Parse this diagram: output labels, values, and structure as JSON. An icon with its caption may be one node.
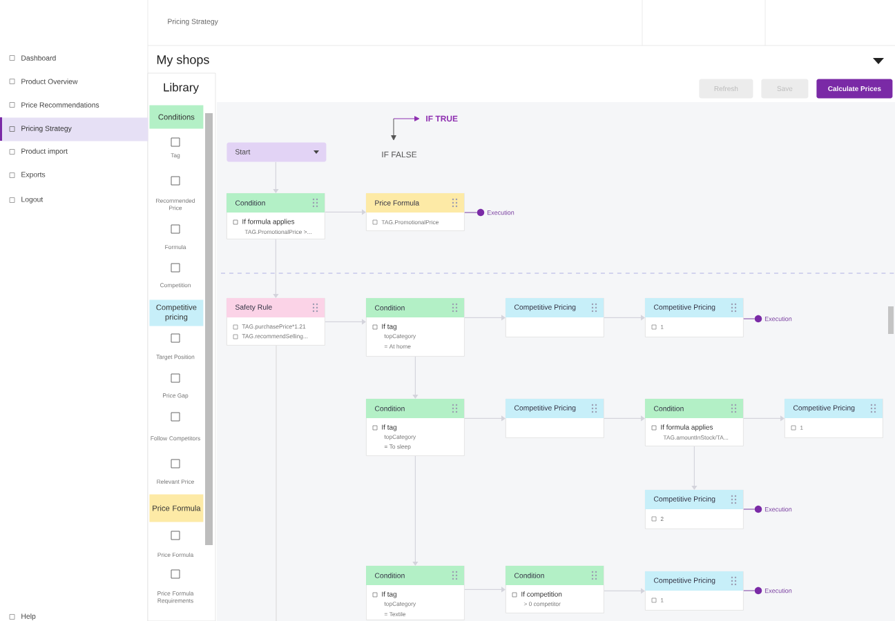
{
  "diagram": {
    "nodes": [
      {
        "text": [
          "Pricing Strategy"
        ]
      },
      {
        "text": [
          "Conditions"
        ]
      },
      {
        "text": [
          "Competitive pricing"
        ]
      },
      {
        "text": [
          "Price Formula"
        ]
      },
      {
        "text": [
          "Refresh"
        ]
      },
      {
        "text": [
          "Save"
        ]
      },
      {
        "text": [
          "Calculate Prices"
        ]
      },
      {
        "text": [
          "Start"
        ]
      },
      {
        "text": [
          "Condition",
          "If formula applies",
          "TAG.PromotionalPrice >..."
        ]
      },
      {
        "text": [
          "Price Formula",
          "TAG.PromotionalPrice"
        ]
      },
      {
        "text": [
          "Execution"
        ]
      },
      {
        "text": [
          "Safety Rule",
          "TAG.purchasePrice*1.21",
          "TAG.recommendSelling..."
        ]
      },
      {
        "text": [
          "Condition",
          "If tag",
          "topCategory",
          "= At home"
        ]
      },
      {
        "text": [
          "Competitive Pricing"
        ]
      },
      {
        "text": [
          "Competitive Pricing",
          "1"
        ]
      },
      {
        "text": [
          "Execution"
        ]
      },
      {
        "text": [
          "Condition",
          "If tag",
          "topCategory",
          "= To sleep"
        ]
      },
      {
        "text": [
          "Competitive Pricing"
        ]
      },
      {
        "text": [
          "Condition",
          "If formula applies",
          "TAG.amountInStock/TA..."
        ]
      },
      {
        "text": [
          "Competitive Pricing",
          "1"
        ]
      },
      {
        "text": [
          "Competitive Pricing",
          "2"
        ]
      },
      {
        "text": [
          "Execution"
        ]
      },
      {
        "text": [
          "Condition",
          "If tag",
          "topCategory",
          "= Textile"
        ]
      },
      {
        "text": [
          "Condition",
          "If competition",
          "> 0 competitor"
        ]
      },
      {
        "text": [
          "Competitive Pricing",
          "1"
        ]
      },
      {
        "text": [
          "Execution"
        ]
      }
    ],
    "edges": [
      {
        "from": 7,
        "to": 8,
        "arrow": "to"
      },
      {
        "from": 8,
        "to": 9,
        "arrow": "to"
      },
      {
        "from": 9,
        "to": 10,
        "arrow": "none",
        "color": "#8e5cb0"
      },
      {
        "from": 8,
        "to": 11,
        "arrow": "to"
      },
      {
        "from": 11,
        "to": 12,
        "arrow": "to"
      },
      {
        "from": 12,
        "to": 13,
        "arrow": "to"
      },
      {
        "from": 13,
        "to": 14,
        "arrow": "to"
      },
      {
        "from": 14,
        "to": 15,
        "arrow": "none",
        "color": "#8e5cb0"
      },
      {
        "from": 12,
        "to": 16,
        "arrow": "to"
      },
      {
        "from": 16,
        "to": 17,
        "arrow": "to"
      },
      {
        "from": 17,
        "to": 18,
        "arrow": "to"
      },
      {
        "from": 18,
        "to": 19,
        "arrow": "to"
      },
      {
        "from": 18,
        "to": 20,
        "arrow": "to"
      },
      {
        "from": 20,
        "to": 21,
        "arrow": "none",
        "color": "#8e5cb0"
      },
      {
        "from": 16,
        "to": 22,
        "arrow": "to"
      },
      {
        "from": 22,
        "to": 23,
        "arrow": "to"
      },
      {
        "from": 23,
        "to": 24,
        "arrow": "to"
      },
      {
        "from": 24,
        "to": 25,
        "arrow": "none",
        "color": "#8e5cb0"
      }
    ],
    "labels": [
      "Pricing Strategy",
      "My shops",
      "Library",
      "Dashboard",
      "Product Overview",
      "Price Recommendations",
      "Product import",
      "Exports",
      "Logout",
      "Tag",
      "Recommended Price",
      "Formula",
      "Competition",
      "Target Position",
      "Price Gap",
      "Follow Competitors",
      "Relevant Price",
      "Price Formula",
      "Price Formula Requirements",
      "IF TRUE",
      "IF FALSE",
      "Help"
    ]
  }
}
